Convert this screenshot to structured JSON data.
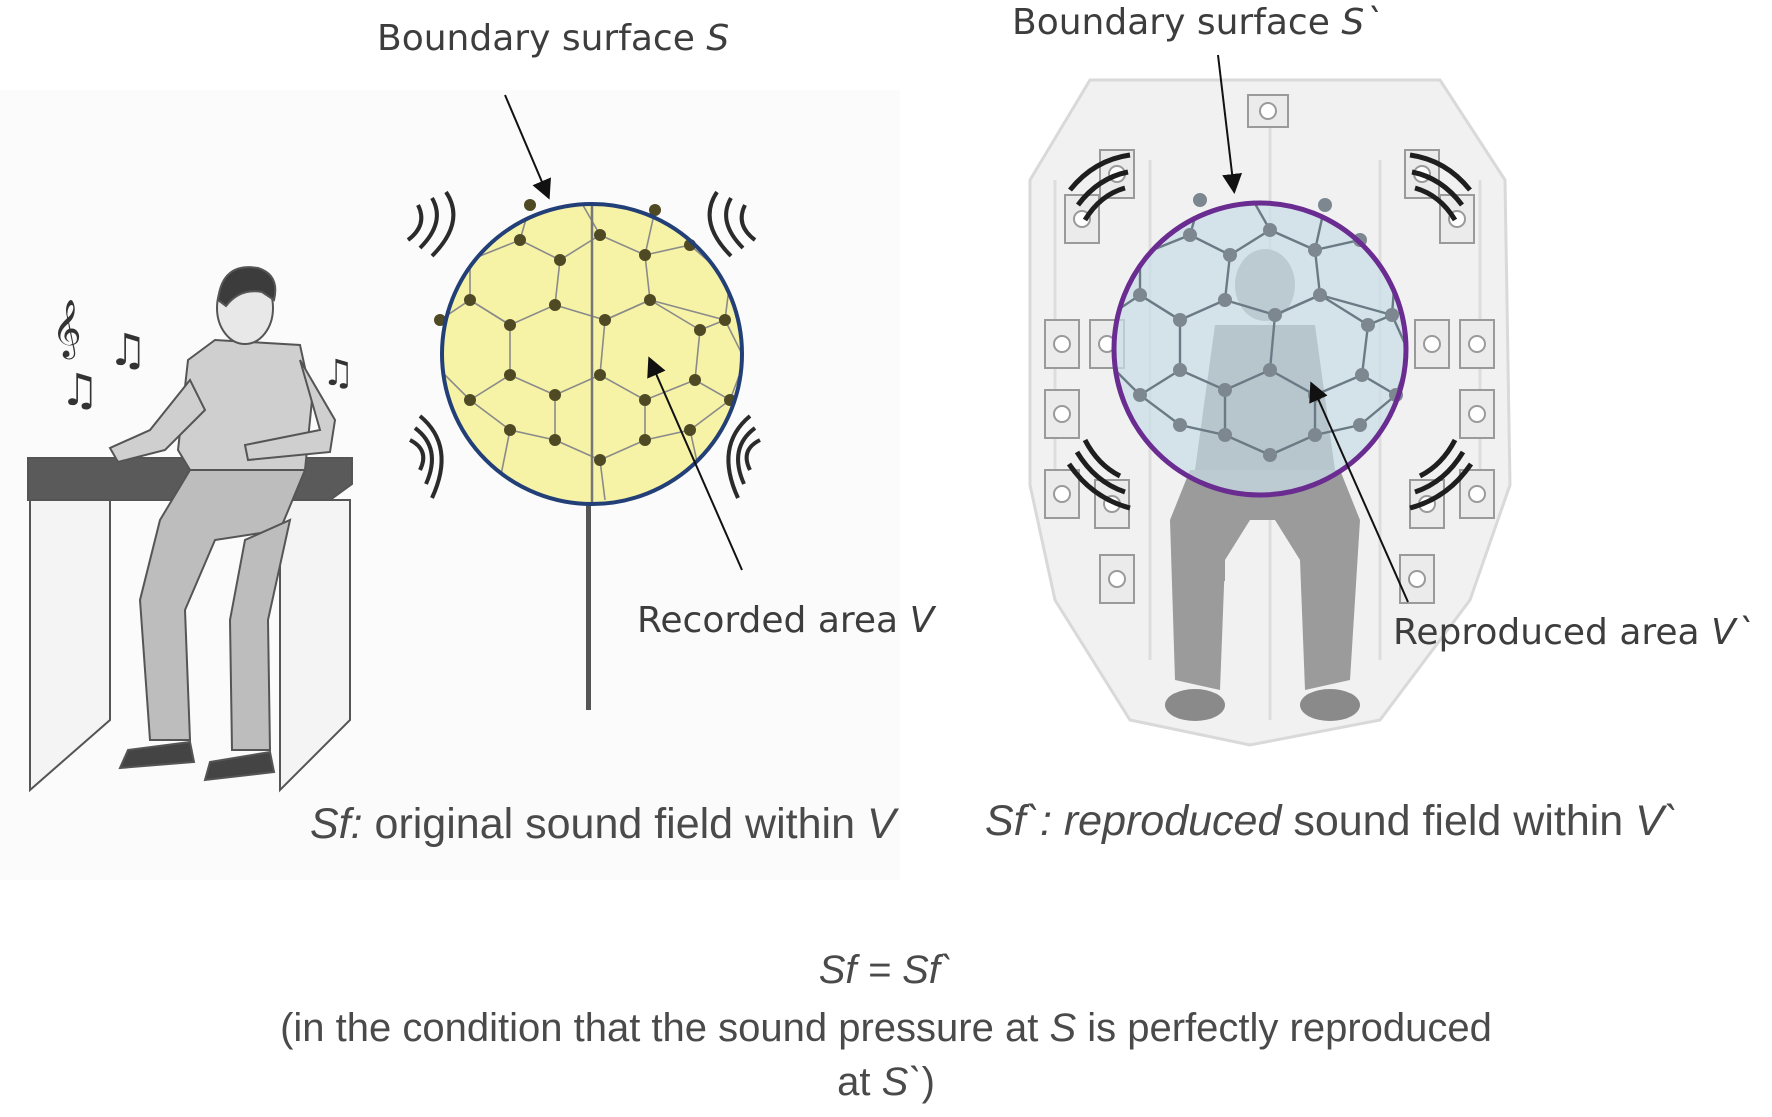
{
  "left": {
    "boundary_label": "Boundary surface ",
    "boundary_symbol": "S",
    "area_label": "Recorded area ",
    "area_symbol": "V",
    "caption_prefix": "Sf:",
    "caption_text": " original sound field within ",
    "caption_symbol": "V"
  },
  "right": {
    "boundary_label": "Boundary surface ",
    "boundary_symbol": "S`",
    "area_label": "Reproduced area ",
    "area_symbol": "V`",
    "caption_prefix": "Sf`: reproduced",
    "caption_text": " sound field within ",
    "caption_symbol": "V`"
  },
  "equation": {
    "formula": "Sf = Sf`",
    "condition_pre": "(in the condition that  the sound pressure at ",
    "condition_sym1": "S",
    "condition_mid": " is perfectly reproduced",
    "condition_line2_pre": "at ",
    "condition_sym2": "S`",
    "condition_line2_post": ")"
  },
  "colors": {
    "recorded_sphere": "#f6f2a6",
    "recorded_outline": "#233f77",
    "reproduced_sphere": "#c9dde8",
    "reproduced_outline": "#6a2c91"
  }
}
